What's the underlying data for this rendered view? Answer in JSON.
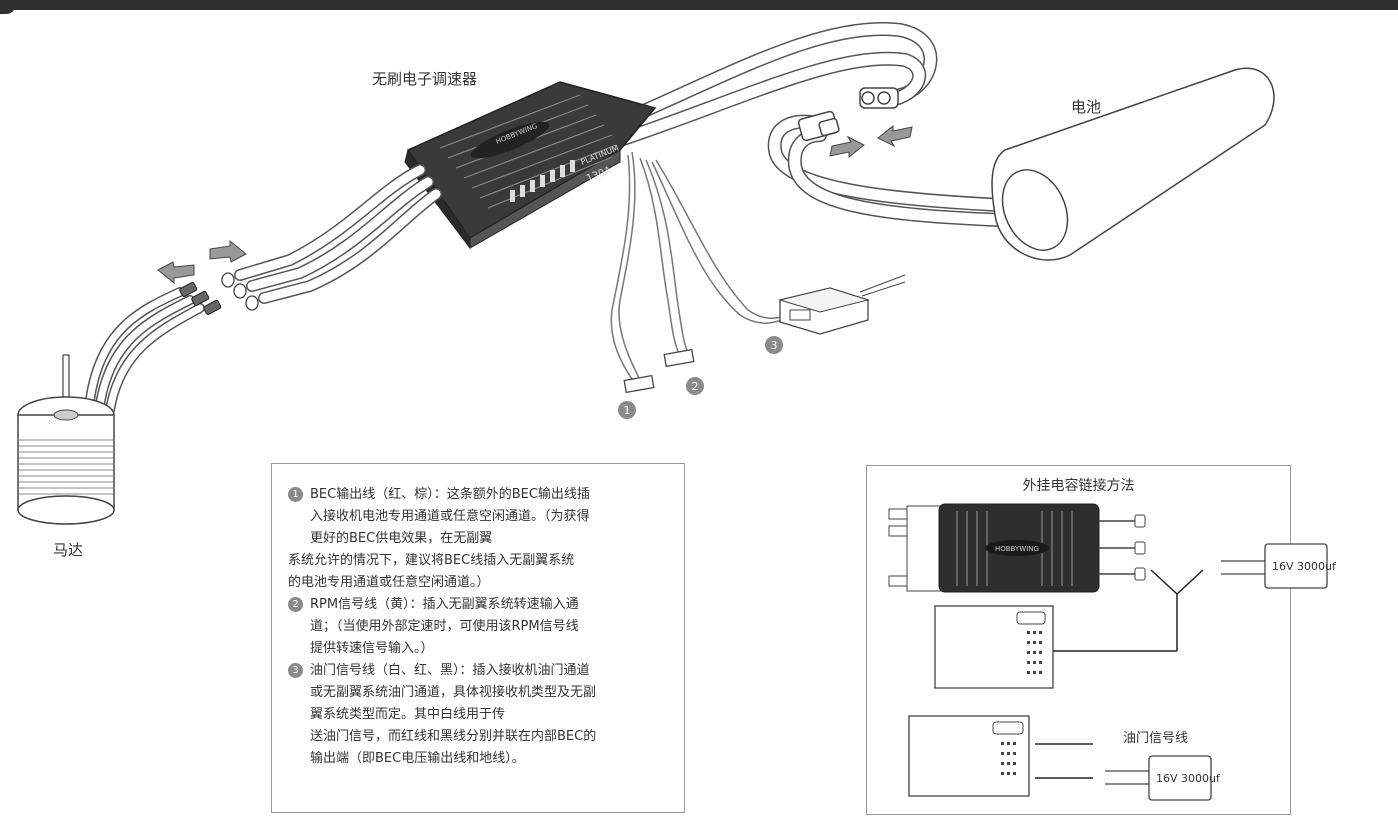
{
  "labels": {
    "esc": "无刷电子调速器",
    "battery": "电池",
    "motor": "马达",
    "callout_1": "1",
    "callout_2": "2",
    "callout_3": "3",
    "esc_brand": "HOBBYWING",
    "esc_model": "PLATINUM",
    "esc_amp": "130A"
  },
  "notes": [
    {
      "num": "1",
      "lines": [
        "BEC输出线（红、棕）：这条额外的BEC输出线插",
        "入接收机电池专用通道或任意空闲通道。（为获得",
        "更好的BEC供电效果，在无副翼",
        "系统允许的情况下，建议将BEC线插入无副翼系统",
        "的电池专用通道或任意空闲通道。）"
      ]
    },
    {
      "num": "2",
      "lines": [
        "RPM信号线（黄）：插入无副翼系统转速输入通",
        "道；（当使用外部定速时，可使用该RPM信号线",
        "提供转速信号输入。）"
      ]
    },
    {
      "num": "3",
      "lines": [
        "油门信号线（白、红、黑）：插入接收机油门通道",
        "或无副翼系统油门通道，具体视接收机类型及无副",
        "翼系统类型而定。其中白线用于传",
        "送油门信号，而红线和黑线分别并联在内部BEC的",
        "输出端（即BEC电压输出线和地线）。"
      ]
    }
  ],
  "capacitor_panel": {
    "title": "外挂电容链接方法",
    "cap_label_1": "16V 3000uf",
    "cap_label_2": "16V 3000uf",
    "throttle_label": "油门信号线",
    "esc_brand": "HOBBYWING"
  }
}
